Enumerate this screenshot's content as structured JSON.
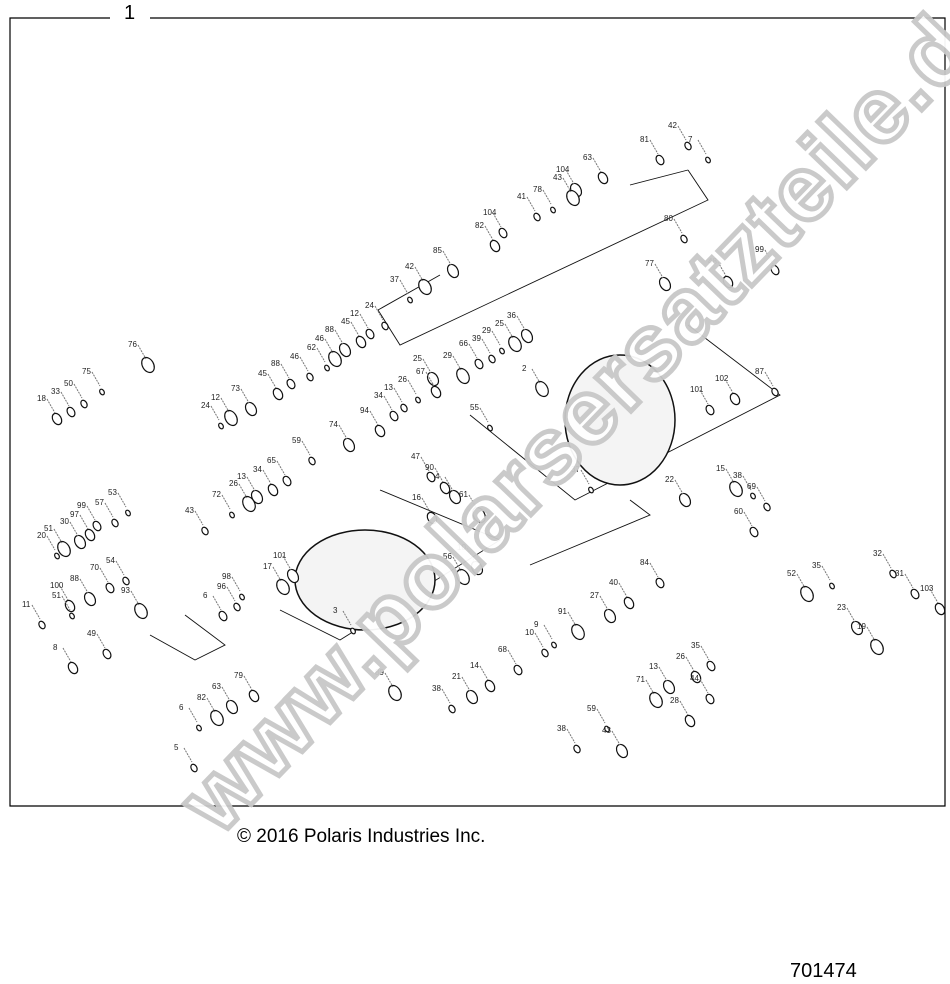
{
  "diagram": {
    "assembly_number": "1",
    "copyright": "© 2016 Polaris Industries Inc.",
    "drawing_number": "701474",
    "watermark": "www.polarsersatzteile.de",
    "callouts": [
      "7",
      "42",
      "81",
      "63",
      "104",
      "43",
      "78",
      "41",
      "104",
      "82",
      "85",
      "42",
      "37",
      "24",
      "12",
      "45",
      "88",
      "46",
      "62",
      "46",
      "88",
      "45",
      "73",
      "12",
      "24",
      "80",
      "99",
      "48",
      "77",
      "76",
      "75",
      "50",
      "33",
      "18",
      "36",
      "25",
      "29",
      "39",
      "66",
      "67",
      "25",
      "29",
      "26",
      "13",
      "34",
      "94",
      "74",
      "2",
      "55",
      "59",
      "65",
      "34",
      "13",
      "26",
      "72",
      "43",
      "47",
      "90",
      "4",
      "61",
      "37",
      "87",
      "101",
      "102",
      "22",
      "15",
      "38",
      "69",
      "60",
      "16",
      "10",
      "56",
      "53",
      "57",
      "99",
      "97",
      "30",
      "51",
      "20",
      "54",
      "70",
      "100",
      "88",
      "93",
      "51",
      "11",
      "49",
      "8",
      "101",
      "17",
      "98",
      "96",
      "6",
      "79",
      "63",
      "82",
      "6",
      "5",
      "84",
      "40",
      "27",
      "91",
      "9",
      "10",
      "68",
      "14",
      "21",
      "89",
      "3",
      "38",
      "35",
      "26",
      "13",
      "71",
      "59",
      "38",
      "44",
      "28",
      "43",
      "52",
      "35",
      "32",
      "31",
      "103",
      "23",
      "19"
    ]
  }
}
